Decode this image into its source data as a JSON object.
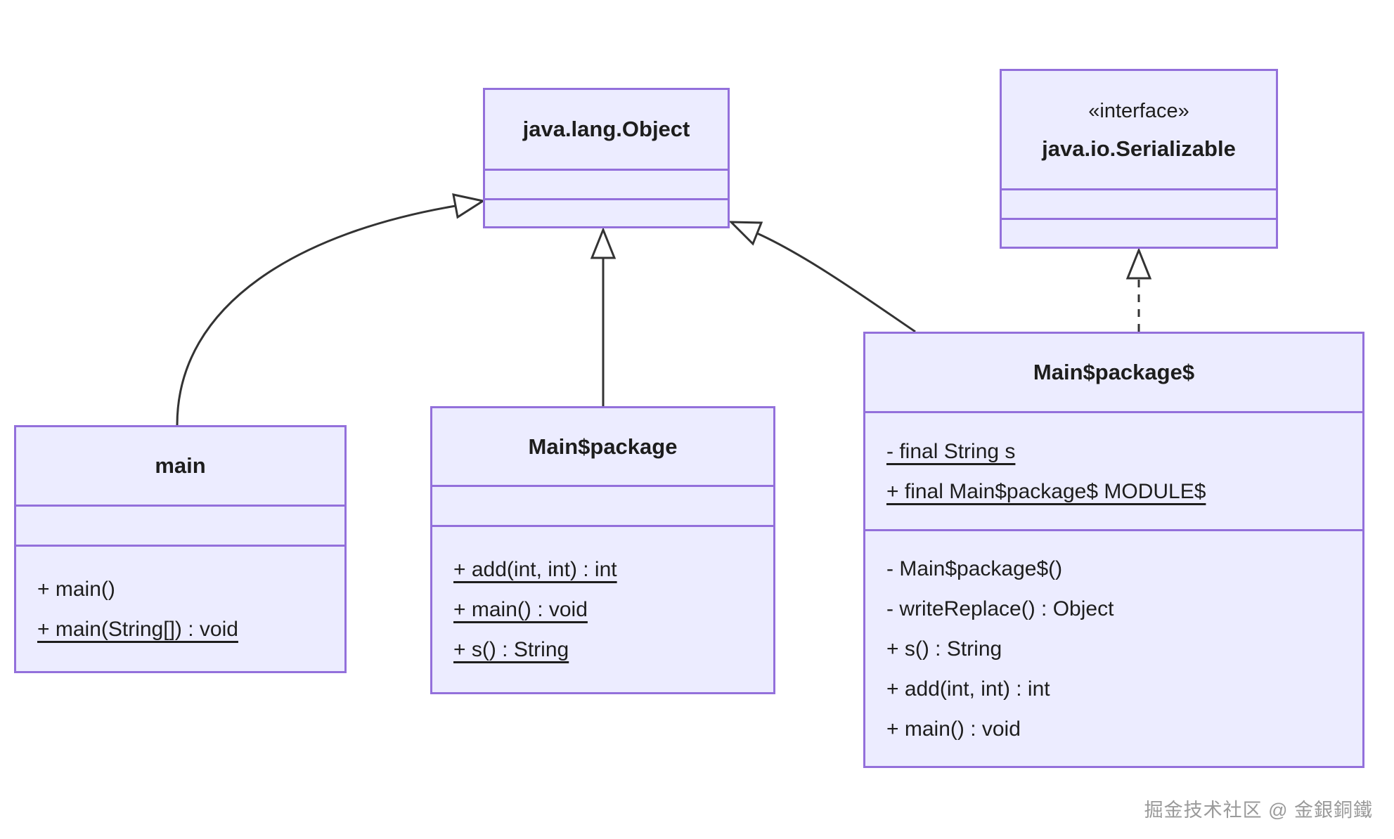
{
  "diagram": {
    "type": "uml-class-diagram",
    "colors": {
      "box_fill": "#ECECFF",
      "box_border": "#9370DB",
      "line": "#333333",
      "text": "#1d1d1d",
      "watermark": "#9a9a9a"
    },
    "classes": [
      {
        "id": "object",
        "stereotype": "",
        "name": "java.lang.Object",
        "attributes": [],
        "methods": []
      },
      {
        "id": "serializable",
        "stereotype": "«interface»",
        "name": "java.io.Serializable",
        "attributes": [],
        "methods": []
      },
      {
        "id": "main",
        "stereotype": "",
        "name": "main",
        "attributes": [],
        "methods": [
          {
            "text": "+ main()",
            "static": false
          },
          {
            "text": "+ main(String[]) : void",
            "static": true
          }
        ]
      },
      {
        "id": "main-package",
        "stereotype": "",
        "name": "Main$package",
        "attributes": [],
        "methods": [
          {
            "text": "+ add(int, int) : int",
            "static": true
          },
          {
            "text": "+ main() : void",
            "static": true
          },
          {
            "text": "+ s() : String",
            "static": true
          }
        ]
      },
      {
        "id": "main-package-object",
        "stereotype": "",
        "name": "Main$package$",
        "attributes": [
          {
            "text": "- final String s",
            "static": true
          },
          {
            "text": "+ final Main$package$ MODULE$",
            "static": true
          }
        ],
        "methods": [
          {
            "text": "- Main$package$()",
            "static": false
          },
          {
            "text": "- writeReplace() : Object",
            "static": false
          },
          {
            "text": "+ s() : String",
            "static": false
          },
          {
            "text": "+ add(int, int) : int",
            "static": false
          },
          {
            "text": "+ main() : void",
            "static": false
          }
        ]
      }
    ],
    "relations": [
      {
        "from": "main",
        "to": "java.lang.Object",
        "type": "inheritance",
        "line": "solid"
      },
      {
        "from": "Main$package",
        "to": "java.lang.Object",
        "type": "inheritance",
        "line": "solid"
      },
      {
        "from": "Main$package$",
        "to": "java.lang.Object",
        "type": "inheritance",
        "line": "solid"
      },
      {
        "from": "Main$package$",
        "to": "java.io.Serializable",
        "type": "realization",
        "line": "dashed"
      }
    ],
    "watermark": "掘金技术社区 @ 金銀銅鐵"
  }
}
